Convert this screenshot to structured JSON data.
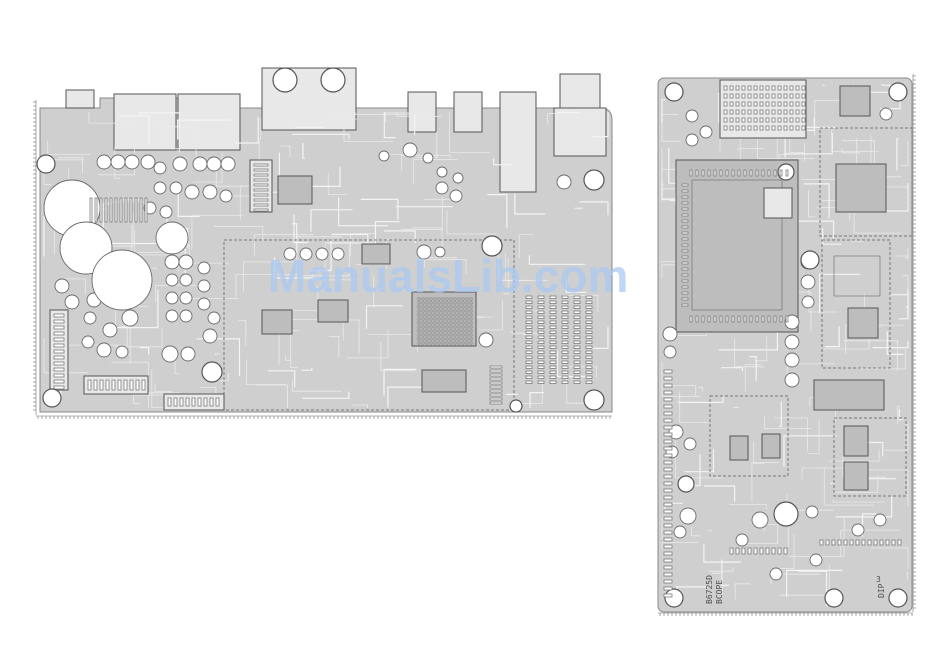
{
  "watermark": "ManualsLib.com",
  "labels": {
    "part_number_1": "B6725D",
    "part_number_2": "BCOPE",
    "dip": "DIP",
    "dip_num": "3"
  },
  "colors": {
    "board": "#cfcfcf",
    "watermark": "#a9c8f2"
  }
}
